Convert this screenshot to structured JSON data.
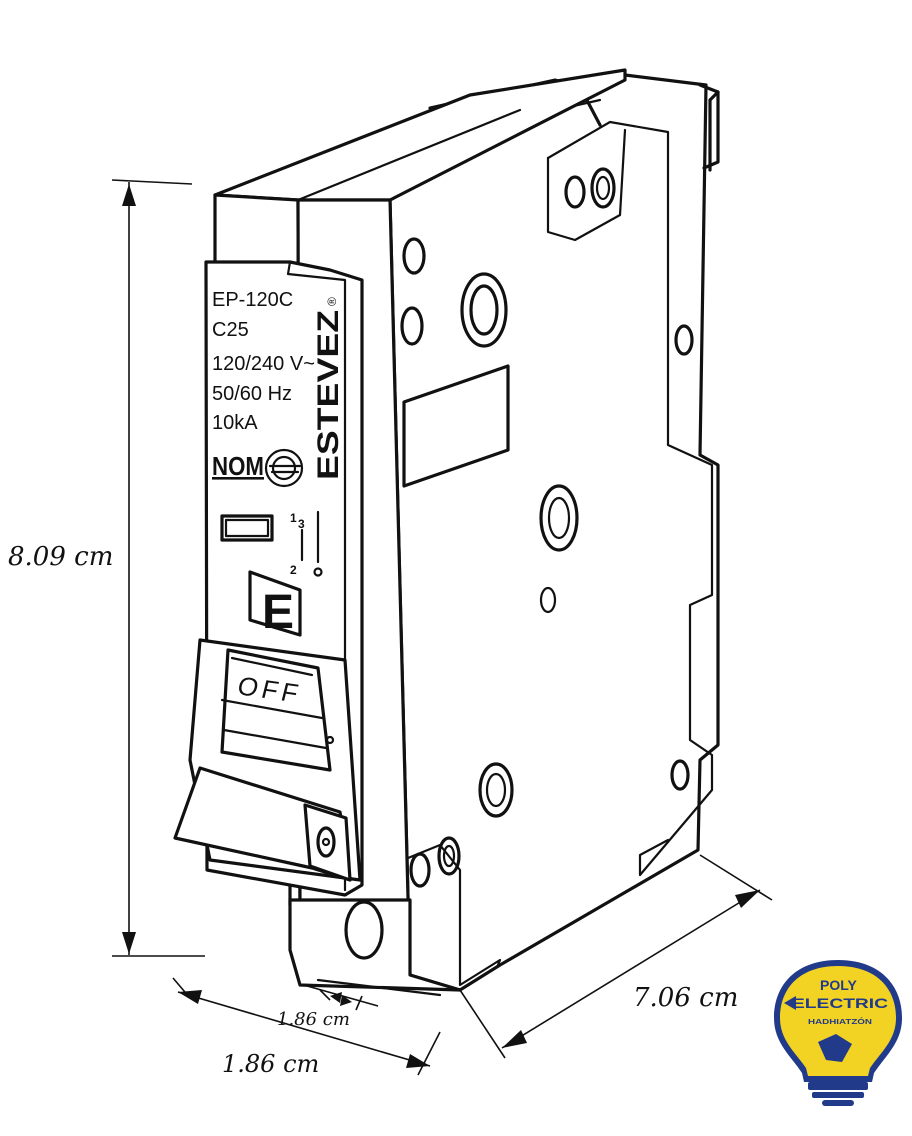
{
  "label": {
    "model": "EP-120C",
    "curve": "C25",
    "voltage": "120/240 V~",
    "frequency": "50/60 Hz",
    "capacity": "10kA",
    "cert": "NOM",
    "terminal_a": "1",
    "terminal_b": "3",
    "terminal_c": "2"
  },
  "brand": {
    "name": "ESTEVEZ",
    "mark": "®",
    "emblem": "E"
  },
  "switch": {
    "state": "OFF"
  },
  "dimensions": {
    "height": "8.09 cm",
    "depth": "7.06 cm",
    "width_outer": "1.86 cm",
    "width_inner": "1.86 cm"
  },
  "logo": {
    "line1": "POLY",
    "line2": "ELECTRIC",
    "line3": "HADHIATZÓN"
  },
  "colors": {
    "line": "#111111",
    "logo_yellow": "#f2d324",
    "logo_blue": "#213a8a"
  }
}
